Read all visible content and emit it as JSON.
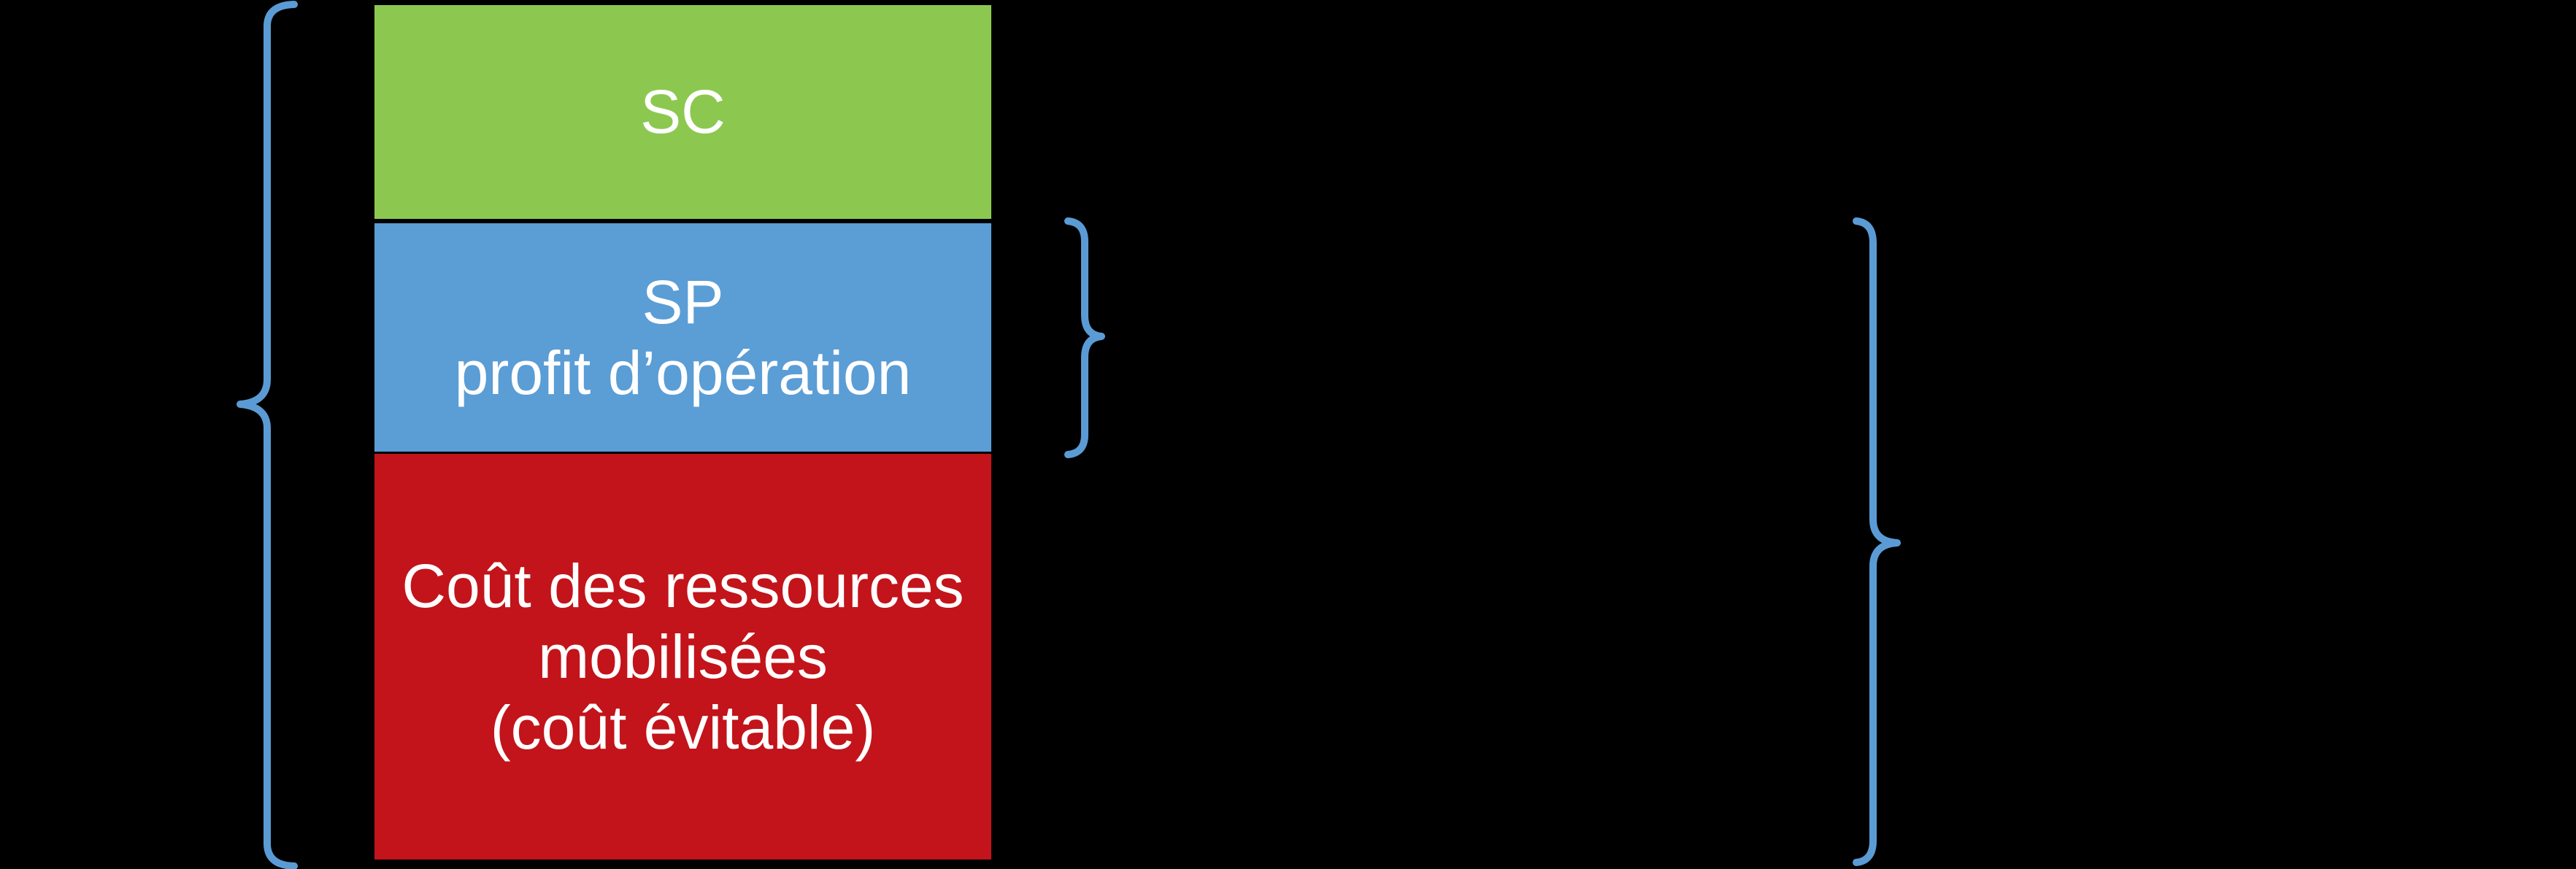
{
  "background": "#000000",
  "colors": {
    "sc_green": "#8CC850",
    "sp_blue": "#5B9DD5",
    "cost_red": "#C2141A",
    "brace_blue": "#5B9BD5",
    "label_text": "#FFFFFF"
  },
  "boxes": {
    "sc": {
      "label": "SC"
    },
    "sp": {
      "line1": "SP",
      "line2": "profit d’opération"
    },
    "cost": {
      "line1": "Coût des ressources",
      "line2": "mobilisées",
      "line3": "(coût évitable)"
    }
  }
}
